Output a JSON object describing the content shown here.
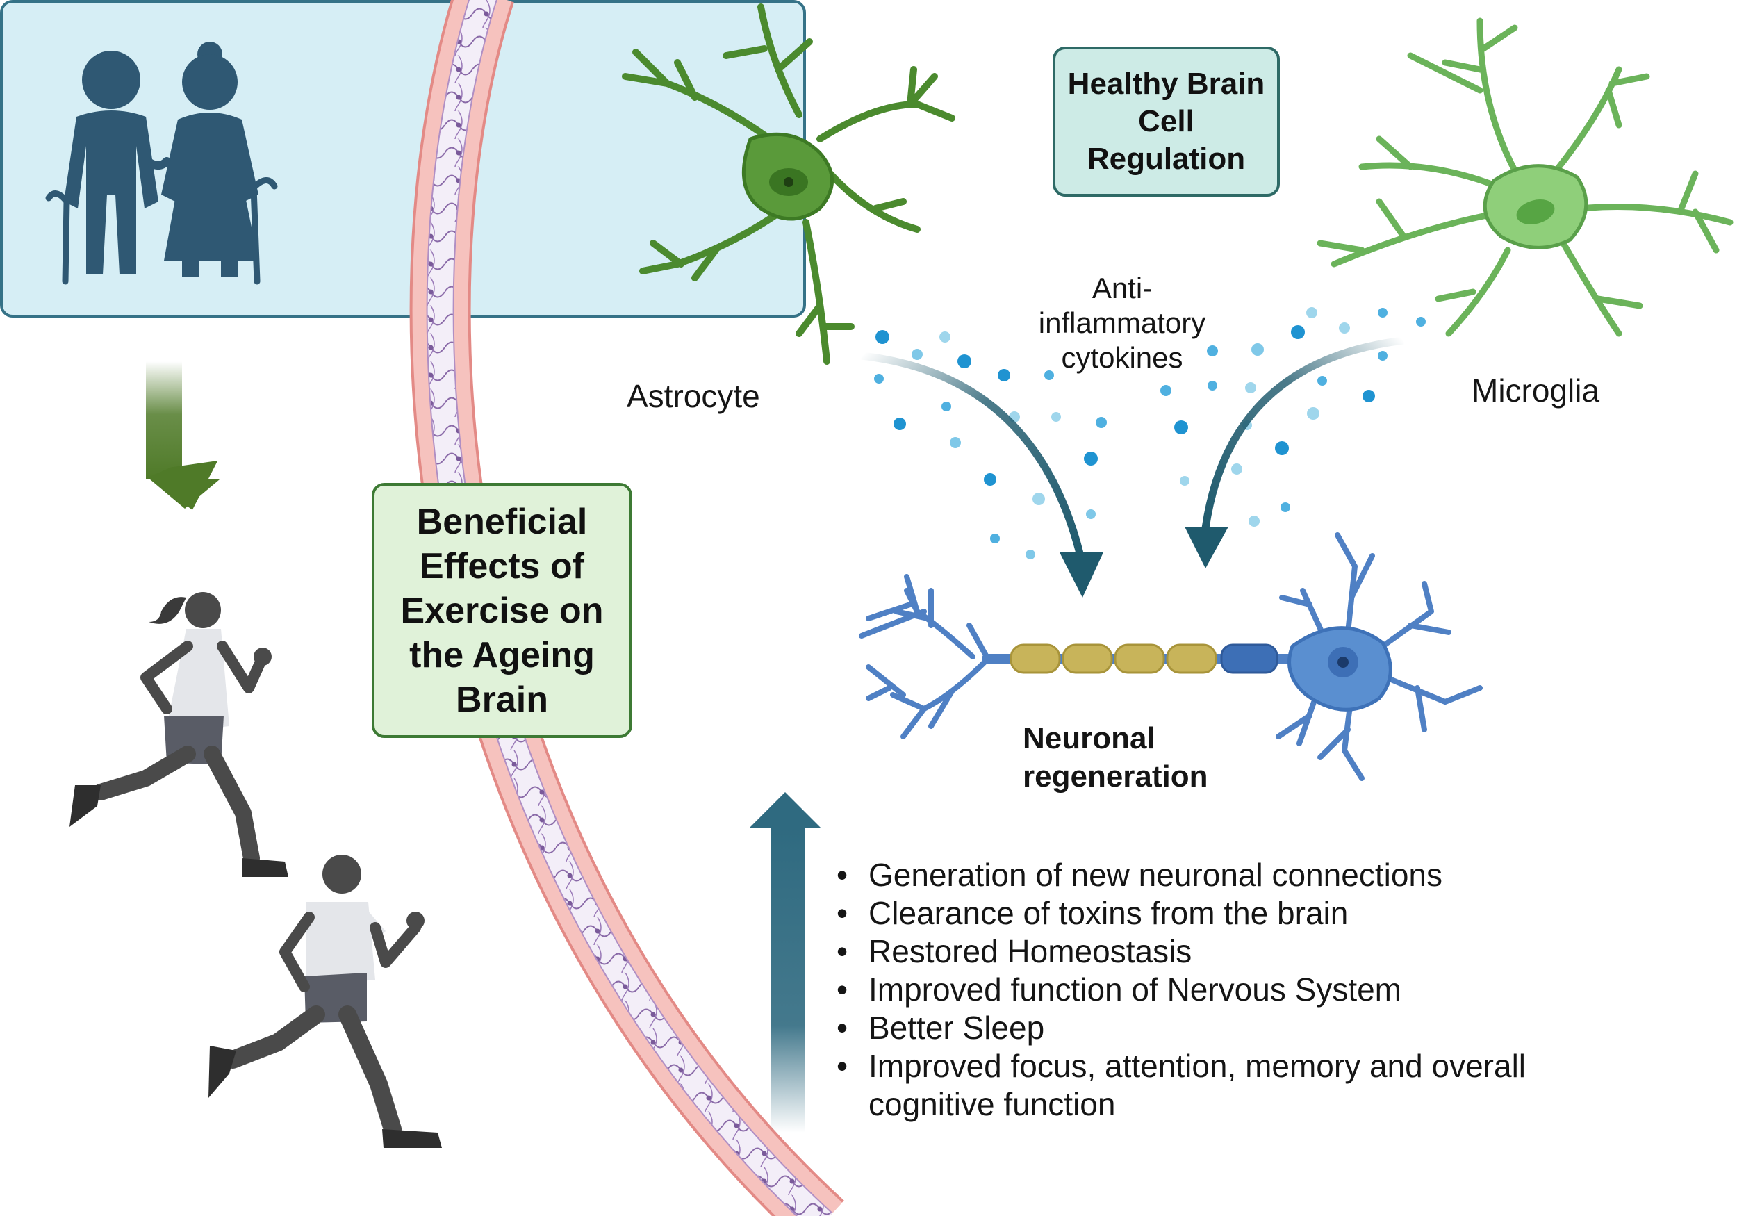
{
  "title_box": {
    "text": "Beneficial Effects of Exercise on the Ageing Brain"
  },
  "regulation_box": {
    "text": "Healthy Brain Cell Regulation"
  },
  "labels": {
    "astrocyte": "Astrocyte",
    "microglia": "Microglia",
    "cytokines": "Anti-inflammatory cytokines",
    "neuronal_regeneration": "Neuronal regeneration"
  },
  "effects": [
    "Generation of new neuronal connections",
    "Clearance of toxins from the brain",
    "Restored Homeostasis",
    "Improved function of Nervous System",
    "Better Sleep",
    "Improved focus, attention, memory and overall cognitive function"
  ],
  "icons": {
    "elderly_couple": "elderly-couple-icon",
    "runner_female": "runner-female-icon",
    "runner_male": "runner-male-icon",
    "astrocyte": "astrocyte-cell-icon",
    "microglia": "microglia-cell-icon",
    "neuron": "neuron-cell-icon",
    "vessel": "blood-vessel-icon"
  },
  "colors": {
    "elderly": "#2f5873",
    "runner": "#4a4a4a",
    "astrocyte": "#5a9a3a",
    "microglia": "#7fc66a",
    "neuron": "#5a8fd0",
    "myelin": "#c8b45a",
    "cytokine": "#2a9fd6",
    "vessel_wall": "#f4b8b4",
    "arrow_green": "#4f7a28",
    "arrow_teal": "#1f5a6d"
  }
}
